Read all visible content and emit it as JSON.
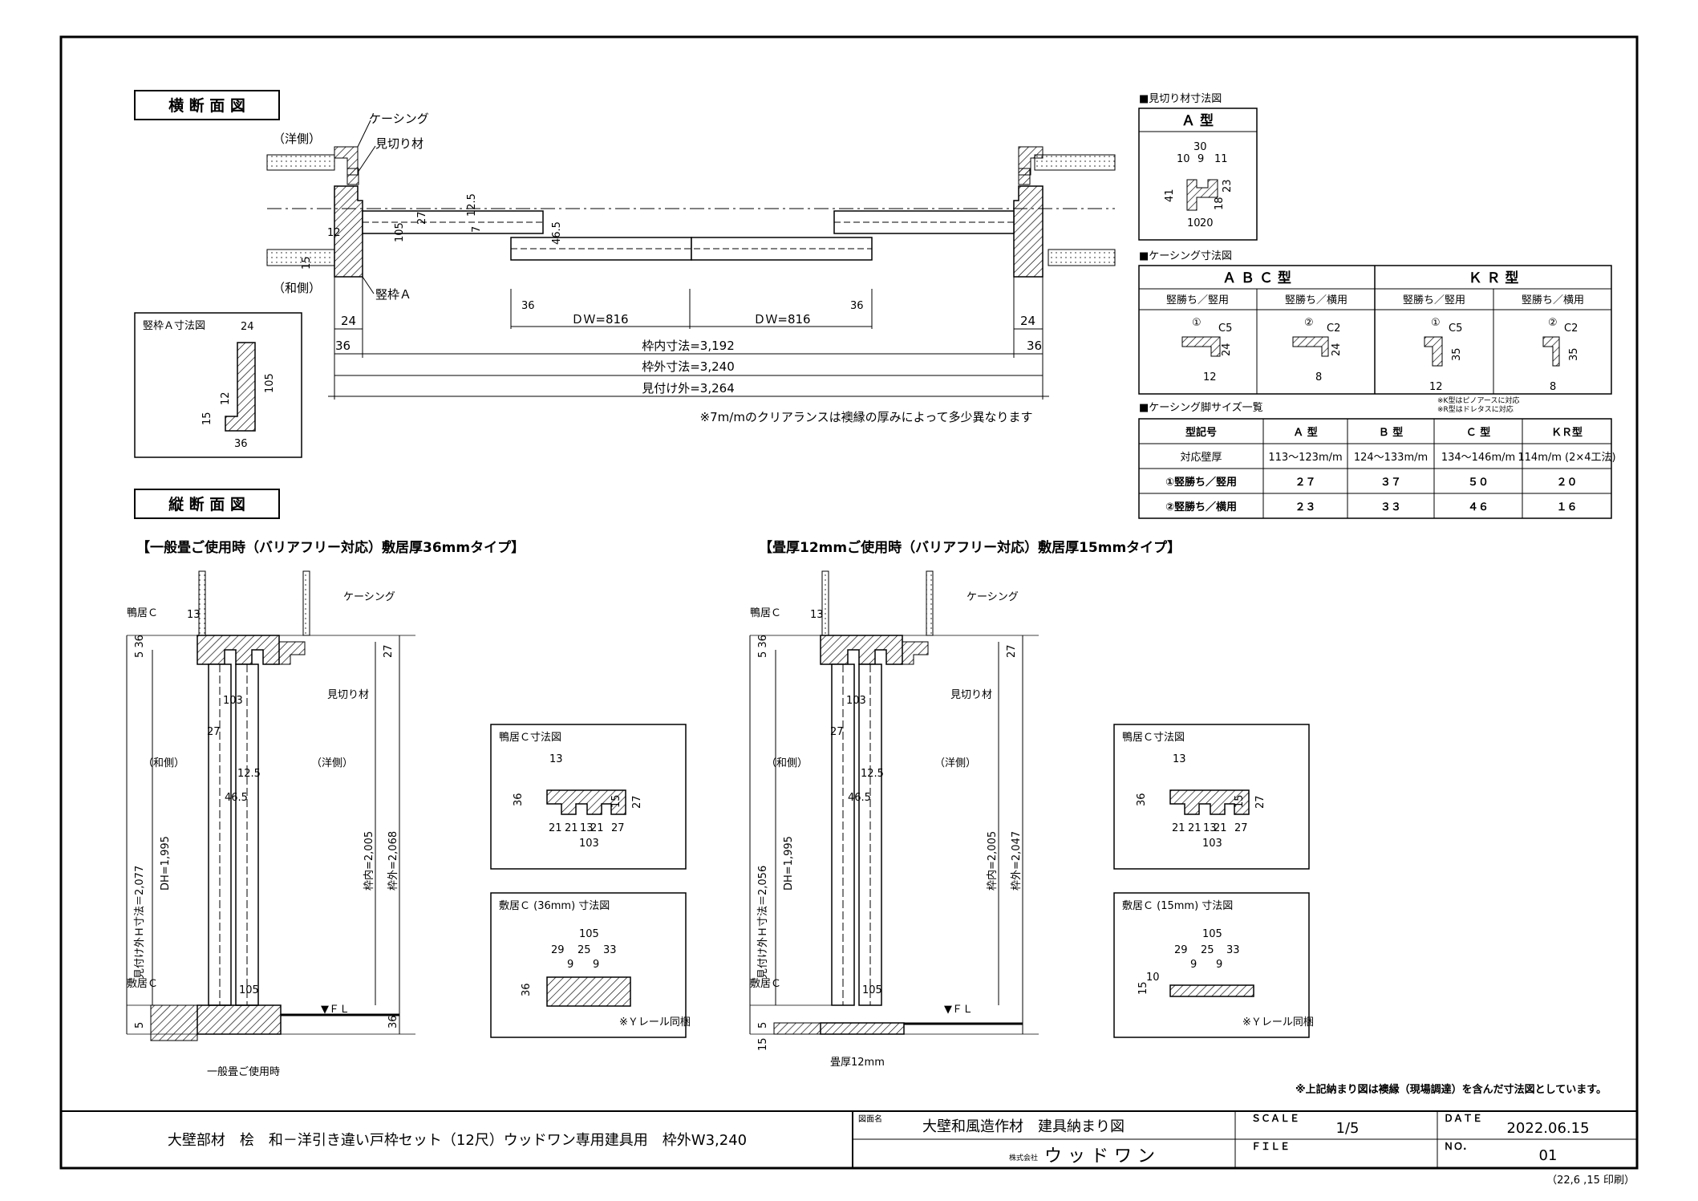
{
  "titles": {
    "horizontal_section": "横 断 面 図",
    "vertical_section": "縦 断 面 図",
    "vertical_left": "【一般畳ご使用時（バリアフリー対応）敷居厚36mmタイプ】",
    "vertical_right": "【畳厚12mmご使用時（バリアフリー対応）敷居厚15mmタイプ】"
  },
  "plan": {
    "casing": "ケーシング",
    "mikiri": "見切り材",
    "western_side": "（洋側）",
    "japanese_side": "（和側）",
    "tatewaku_a": "竪枠Ａ",
    "dim_12_5": "12.5",
    "dim_7": "7",
    "dim_27": "27",
    "dim_105": "105",
    "dim_12": "12",
    "dim_15": "15",
    "dim_46_5": "46.5",
    "dim_36": "36",
    "dim_24": "24",
    "dw_left": "ＤＷ=816",
    "dw_right": "ＤＷ=816",
    "inner": "枠内寸法=3,192",
    "outer": "枠外寸法=3,240",
    "visible": "見付け外=3,264",
    "note": "※7m/mのクリアランスは襖縁の厚みによって多少異なります"
  },
  "detail_a": {
    "title": "竪枠Ａ寸法図",
    "d24": "24",
    "d105": "105",
    "d12": "12",
    "d15": "15",
    "d36": "36"
  },
  "mikiri_table": {
    "title": "■見切り材寸法図",
    "type": "Ａ 型",
    "d30": "30",
    "d10": "10",
    "d9": "9",
    "d11": "11",
    "d41": "41",
    "d23": "23",
    "d18": "18",
    "d20": "20",
    "d10b": "10"
  },
  "casing_table": {
    "title": "■ケーシング寸法図",
    "abc": "Ａ Ｂ Ｃ 型",
    "kr": "Ｋ Ｒ 型",
    "col1": "竪勝ち／竪用",
    "col2": "竪勝ち／横用",
    "col3": "竪勝ち／竪用",
    "col4": "竪勝ち／横用",
    "c1": "①",
    "c2": "②",
    "c3": "①",
    "c4": "②",
    "c5a": "C5",
    "c2a": "C2",
    "c5b": "C5",
    "c2b": "C2",
    "n24a": "24",
    "n12a": "12",
    "n24b": "24",
    "n8a": "8",
    "n35a": "35",
    "n12b": "12",
    "n35b": "35",
    "n8b": "8"
  },
  "size_table": {
    "title": "■ケーシング脚サイズ一覧",
    "note1": "※K型はピノアースに対応",
    "note2": "※R型はドレタスに対応",
    "headers": [
      "型記号",
      "Ａ 型",
      "Ｂ 型",
      "Ｃ 型",
      "ＫＲ型"
    ],
    "rows": [
      [
        "対応壁厚",
        "113〜123m/m",
        "124〜133m/m",
        "134〜146m/m",
        "114m/m (2×4工法)"
      ],
      [
        "①竪勝ち／竪用",
        "２７",
        "３７",
        "５０",
        "２０"
      ],
      [
        "②竪勝ち／横用",
        "２３",
        "３３",
        "４６",
        "１６"
      ]
    ]
  },
  "section_left": {
    "kamoi": "鴨居Ｃ",
    "casing": "ケーシング",
    "mikiri": "見切り材",
    "japanese": "（和側）",
    "western": "（洋側）",
    "shikii": "敷居Ｃ",
    "tatami": "一般畳ご使用時",
    "d13": "13",
    "d5_36": "5 36",
    "d27": "27",
    "d103": "103",
    "d27b": "27",
    "d12_5": "12.5",
    "d46_5": "46.5",
    "d105": "105",
    "d5": "5",
    "d36": "36",
    "fl": "▼ＦＬ",
    "dh": "DH=1,995",
    "visible_h": "見付け外Ｈ寸法＝2,077",
    "inner_h": "枠内=2,005",
    "outer_h": "枠外=2,068"
  },
  "section_right": {
    "kamoi": "鴨居Ｃ",
    "casing": "ケーシング",
    "mikiri": "見切り材",
    "japanese": "（和側）",
    "western": "（洋側）",
    "shikii": "敷居Ｃ",
    "tatami": "畳厚12mm",
    "d13": "13",
    "d5_36": "5 36",
    "d27": "27",
    "d103": "103",
    "d27b": "27",
    "d12_5": "12.5",
    "d46_5": "46.5",
    "d105": "105",
    "d5": "5",
    "d15": "15",
    "fl": "▼ＦＬ",
    "dh": "DH=1,995",
    "visible_h": "見付け外Ｈ寸法＝2,056",
    "inner_h": "枠内=2,005",
    "outer_h": "枠外=2,047"
  },
  "kamoi_detail_left": {
    "title": "鴨居Ｃ寸法図",
    "d13": "13",
    "d36": "36",
    "d27": "27",
    "d15": "15",
    "d21a": "21",
    "d21b": "21",
    "d13b": "13",
    "d21c": "21",
    "d27b": "27",
    "d103": "103"
  },
  "kamoi_detail_right": {
    "title": "鴨居Ｃ寸法図",
    "d13": "13",
    "d36": "36",
    "d27": "27",
    "d15": "15",
    "d21a": "21",
    "d21b": "21",
    "d13b": "13",
    "d21c": "21",
    "d27b": "27",
    "d103": "103"
  },
  "shikii_detail_left": {
    "title": "敷居Ｃ (36mm) 寸法図",
    "d105": "105",
    "d29": "29",
    "d25": "25",
    "d33": "33",
    "d9a": "9",
    "d9b": "9",
    "d36": "36",
    "note": "※Ｙレール同梱"
  },
  "shikii_detail_right": {
    "title": "敷居Ｃ (15mm) 寸法図",
    "d105": "105",
    "d29": "29",
    "d25": "25",
    "d33": "33",
    "d9a": "9",
    "d9b": "9",
    "d15": "15",
    "d10": "10",
    "note": "※Ｙレール同梱"
  },
  "bottom_note": "※上記納まり図は襖縁（現場調達）を含んだ寸法図としています。",
  "title_block": {
    "product": "大壁部材　桧　和－洋引き違い戸枠セット（12尺）ウッドワン専用建具用　枠外W3,240",
    "drawing_label": "図面名",
    "drawing_name": "大壁和風造作材　建具納まり図",
    "scale_label": "ＳＣＡＬＥ",
    "scale": "1/5",
    "date_label": "ＤＡＴＥ",
    "date": "2022.06.15",
    "company_prefix": "株式会社",
    "company": "ウ ッ ド ワ ン",
    "file_label": "ＦＩＬＥ",
    "no_label": "ＮＯ.",
    "no": "01",
    "printed": "（22,6 ,15 印刷）"
  }
}
